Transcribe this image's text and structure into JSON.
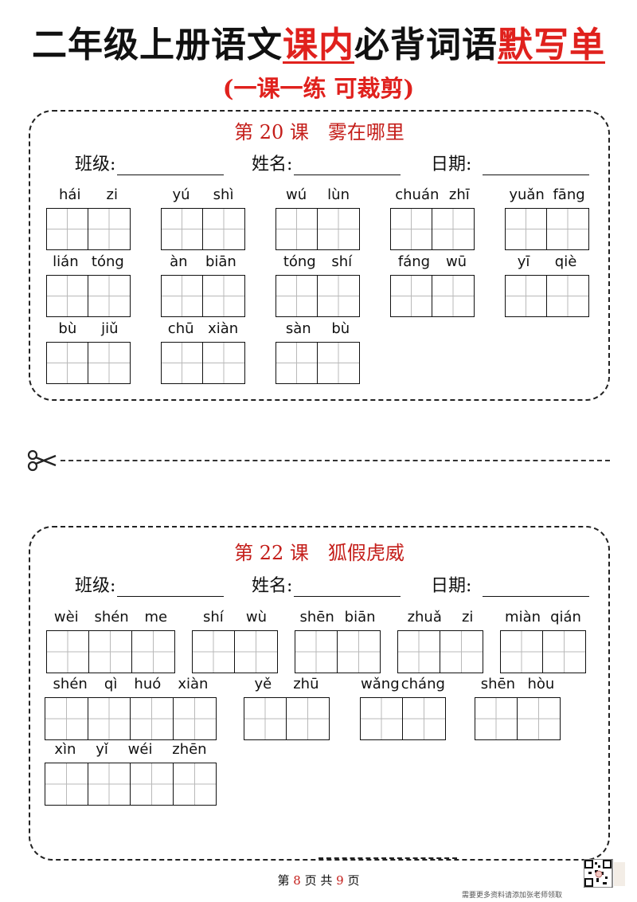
{
  "header": {
    "title_black": "二年级上册语文",
    "title_red_1": "课内",
    "title_black_2": "必背词语",
    "title_red_2": "默写单",
    "subtitle": "(一课一练 可裁剪)"
  },
  "info_labels": {
    "class": "班级:",
    "name": "姓名:",
    "date": "日期:"
  },
  "lessons": [
    {
      "title": "第 20 课　雾在哪里",
      "rows": [
        [
          [
            "hái",
            "zi"
          ],
          [
            "yú",
            "shì"
          ],
          [
            "wú",
            "lùn"
          ],
          [
            "chuán",
            "zhī"
          ],
          [
            "yuǎn",
            "fāng"
          ]
        ],
        [
          [
            "lián",
            "tóng"
          ],
          [
            "àn",
            "biān"
          ],
          [
            "tóng",
            "shí"
          ],
          [
            "fáng",
            "wū"
          ],
          [
            "yī",
            "qiè"
          ]
        ],
        [
          [
            "bù",
            "jiǔ"
          ],
          [
            "chū",
            "xiàn"
          ],
          [
            "sàn",
            "bù"
          ]
        ]
      ]
    },
    {
      "title": "第 22 课　狐假虎威",
      "rows": [
        [
          [
            "wèi",
            "shén",
            "me"
          ],
          [
            "shí",
            "wù"
          ],
          [
            "shēn",
            "biān"
          ],
          [
            "zhuǎ",
            "zi"
          ],
          [
            "miàn",
            "qián"
          ]
        ],
        [
          [
            "shén",
            "qì",
            "huó",
            "xiàn"
          ],
          [
            "yě",
            "zhū"
          ],
          [
            "wǎng",
            "cháng"
          ],
          [
            "shēn",
            "hòu"
          ]
        ],
        [
          [
            "xìn",
            "yǐ",
            "wéi",
            "zhēn"
          ]
        ]
      ]
    }
  ],
  "footer": {
    "pre": "第",
    "page": "8",
    "mid": "页 共",
    "total": "9",
    "post": "页"
  },
  "qr_note": "需要更多资料请添加张老师领取"
}
